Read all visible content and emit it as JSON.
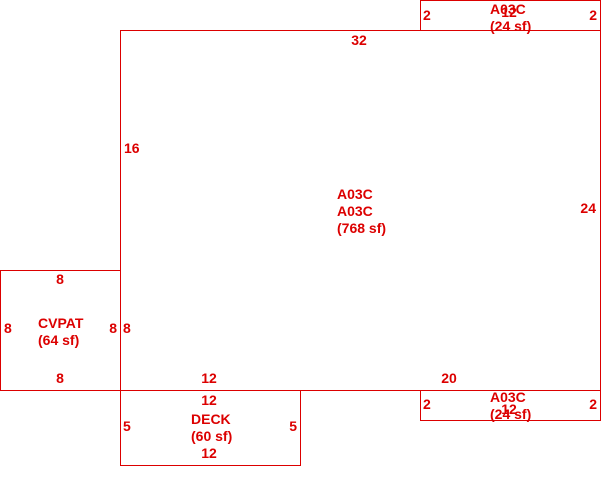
{
  "colors": {
    "line": "#dc0000",
    "background": "#ffffff"
  },
  "areas": {
    "main": {
      "code_1": "A03C",
      "code_2": "A03C",
      "area": "(768 sf)",
      "dims": {
        "top": "32",
        "left": "16",
        "right": "24",
        "bottom_left": "12",
        "bottom_right": "20",
        "left_lower": "8"
      }
    },
    "cvpat": {
      "code": "CVPAT",
      "area": "(64 sf)",
      "dims": {
        "top": "8",
        "bottom": "8",
        "left": "8",
        "right": "8"
      }
    },
    "deck": {
      "code": "DECK",
      "area": "(60 sf)",
      "dims": {
        "top": "12",
        "bottom": "12",
        "left": "5",
        "right": "5"
      }
    },
    "upper_bay": {
      "code": "A03C",
      "area": "(24 sf)",
      "dims": {
        "left": "2",
        "right": "2",
        "top": "12"
      }
    },
    "lower_bay": {
      "code": "A03C",
      "area": "(24 sf)",
      "dims": {
        "left": "2",
        "right": "2",
        "top": "12"
      }
    }
  }
}
